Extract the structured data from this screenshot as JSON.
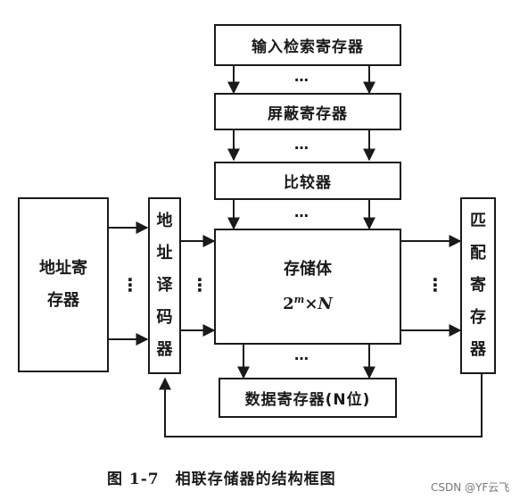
{
  "diagram": {
    "input_search_register": "输入检索寄存器",
    "mask_register": "屏蔽寄存器",
    "comparator": "比较器",
    "address_register": [
      "地址寄",
      "存器"
    ],
    "address_decoder": [
      "地",
      "址",
      "译",
      "码",
      "器"
    ],
    "memory": {
      "title": "存储体",
      "size_base": "2",
      "size_exp": "m",
      "size_rest": "×N"
    },
    "match_register": [
      "匹",
      "配",
      "寄",
      "存",
      "器"
    ],
    "data_register": "数据寄存器(N位)",
    "ellipsis_h": "…",
    "ellipsis_v": "⋮"
  },
  "caption": "图 1-7　相联存储器的结构框图",
  "watermark": "CSDN @YF云飞"
}
